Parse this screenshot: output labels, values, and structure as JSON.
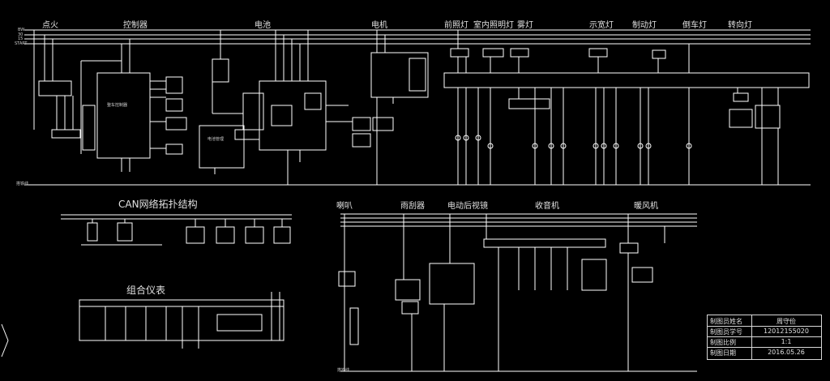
{
  "top_labels": {
    "ignition": "点火",
    "controller": "控制器",
    "battery": "电池",
    "motor": "电机",
    "headlight": "前照灯",
    "interior_light": "室内照明灯",
    "fog_light": "雾灯",
    "indicator_light": "示宽灯",
    "brake_light": "制动灯",
    "reverse_light": "倒车灯",
    "turn_light": "转向灯"
  },
  "bus_labels": [
    "BW",
    "30",
    "15",
    "START"
  ],
  "ground_label_top": "搭铁线",
  "ground_label_bottom": "搭铁线",
  "controller_box_text": "整车控制器",
  "battery_box_text": "电池管理",
  "can_title": "CAN网络拓扑结构",
  "cluster_title": "组合仪表",
  "bottom_labels": {
    "horn": "喇叭",
    "wiper": "雨刮器",
    "mirror": "电动后视镜",
    "radio": "收音机",
    "heater": "暖风机"
  },
  "title_block": {
    "rows": [
      {
        "key": "制图员姓名",
        "value": "周守俭"
      },
      {
        "key": "制图员学号",
        "value": "12012155020"
      },
      {
        "key": "制图比例",
        "value": "1:1"
      },
      {
        "key": "制图日期",
        "value": "2016.05.26"
      }
    ]
  },
  "colors": {
    "background": "#000000",
    "line": "#ffffff",
    "text": "#e0e0e0"
  }
}
